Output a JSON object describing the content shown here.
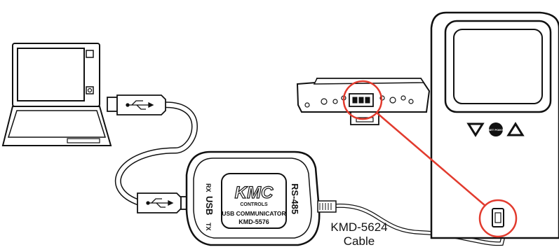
{
  "device": {
    "brand_logo": "KMC",
    "brand_sub": "CONTROLS",
    "name_line1": "USB COMMUNICATOR",
    "name_line2": "KMD-5576",
    "label_rx": "RX",
    "label_usb": "USB",
    "label_tx": "TX",
    "label_rs485": "RS-485"
  },
  "cable": {
    "label_line1": "KMD-5624",
    "label_line2": "Cable"
  },
  "thermostat": {
    "center_button": "SET POINT"
  },
  "colors": {
    "outline": "#111111",
    "highlight": "#e23b2e",
    "fill": "#ffffff",
    "panel": "#f7f7f7"
  },
  "icons": {
    "laptop": "laptop-icon",
    "usb_symbol": "usb-icon",
    "thermostat": "thermostat-icon",
    "connector": "rj-connector-icon"
  }
}
